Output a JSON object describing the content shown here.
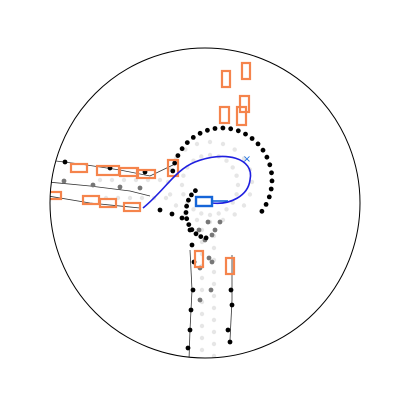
{
  "scene": {
    "type": "bird's-eye planning view",
    "colors": {
      "background": "#ffffff",
      "boundary": "#000000",
      "road_edge_point": "#000000",
      "lane_center_point": "#777777",
      "lane_sample_point": "#e6e6e6",
      "agent_box": "#f5844c",
      "ego_box": "#1565d8",
      "ego_trajectory": "#1f1fe0",
      "goal_marker": "#1f6fe0"
    },
    "agents": {
      "count": 16
    },
    "ego": {
      "heading": "east",
      "trajectory_shape": "U-turn loop back toward the west approach"
    },
    "goal_marker": {
      "glyph": "×"
    }
  }
}
